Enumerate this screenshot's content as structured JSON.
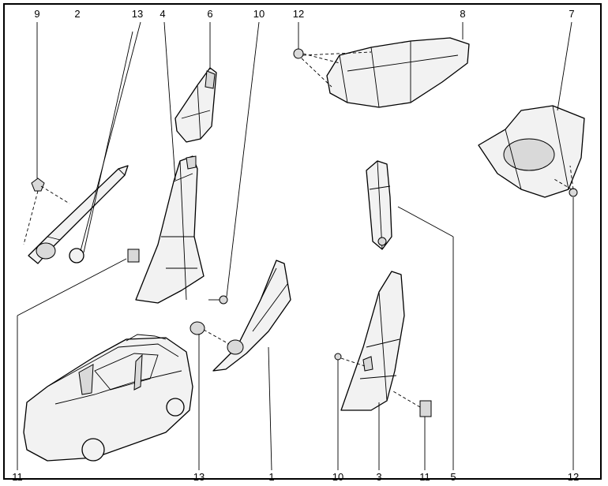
{
  "diagram": {
    "callouts_top": [
      "9",
      "2",
      "13",
      "4",
      "6",
      "10",
      "12",
      "8",
      "7"
    ],
    "callouts_bottom": [
      "11",
      "13",
      "1",
      "10",
      "3",
      "11",
      "5",
      "12"
    ]
  }
}
